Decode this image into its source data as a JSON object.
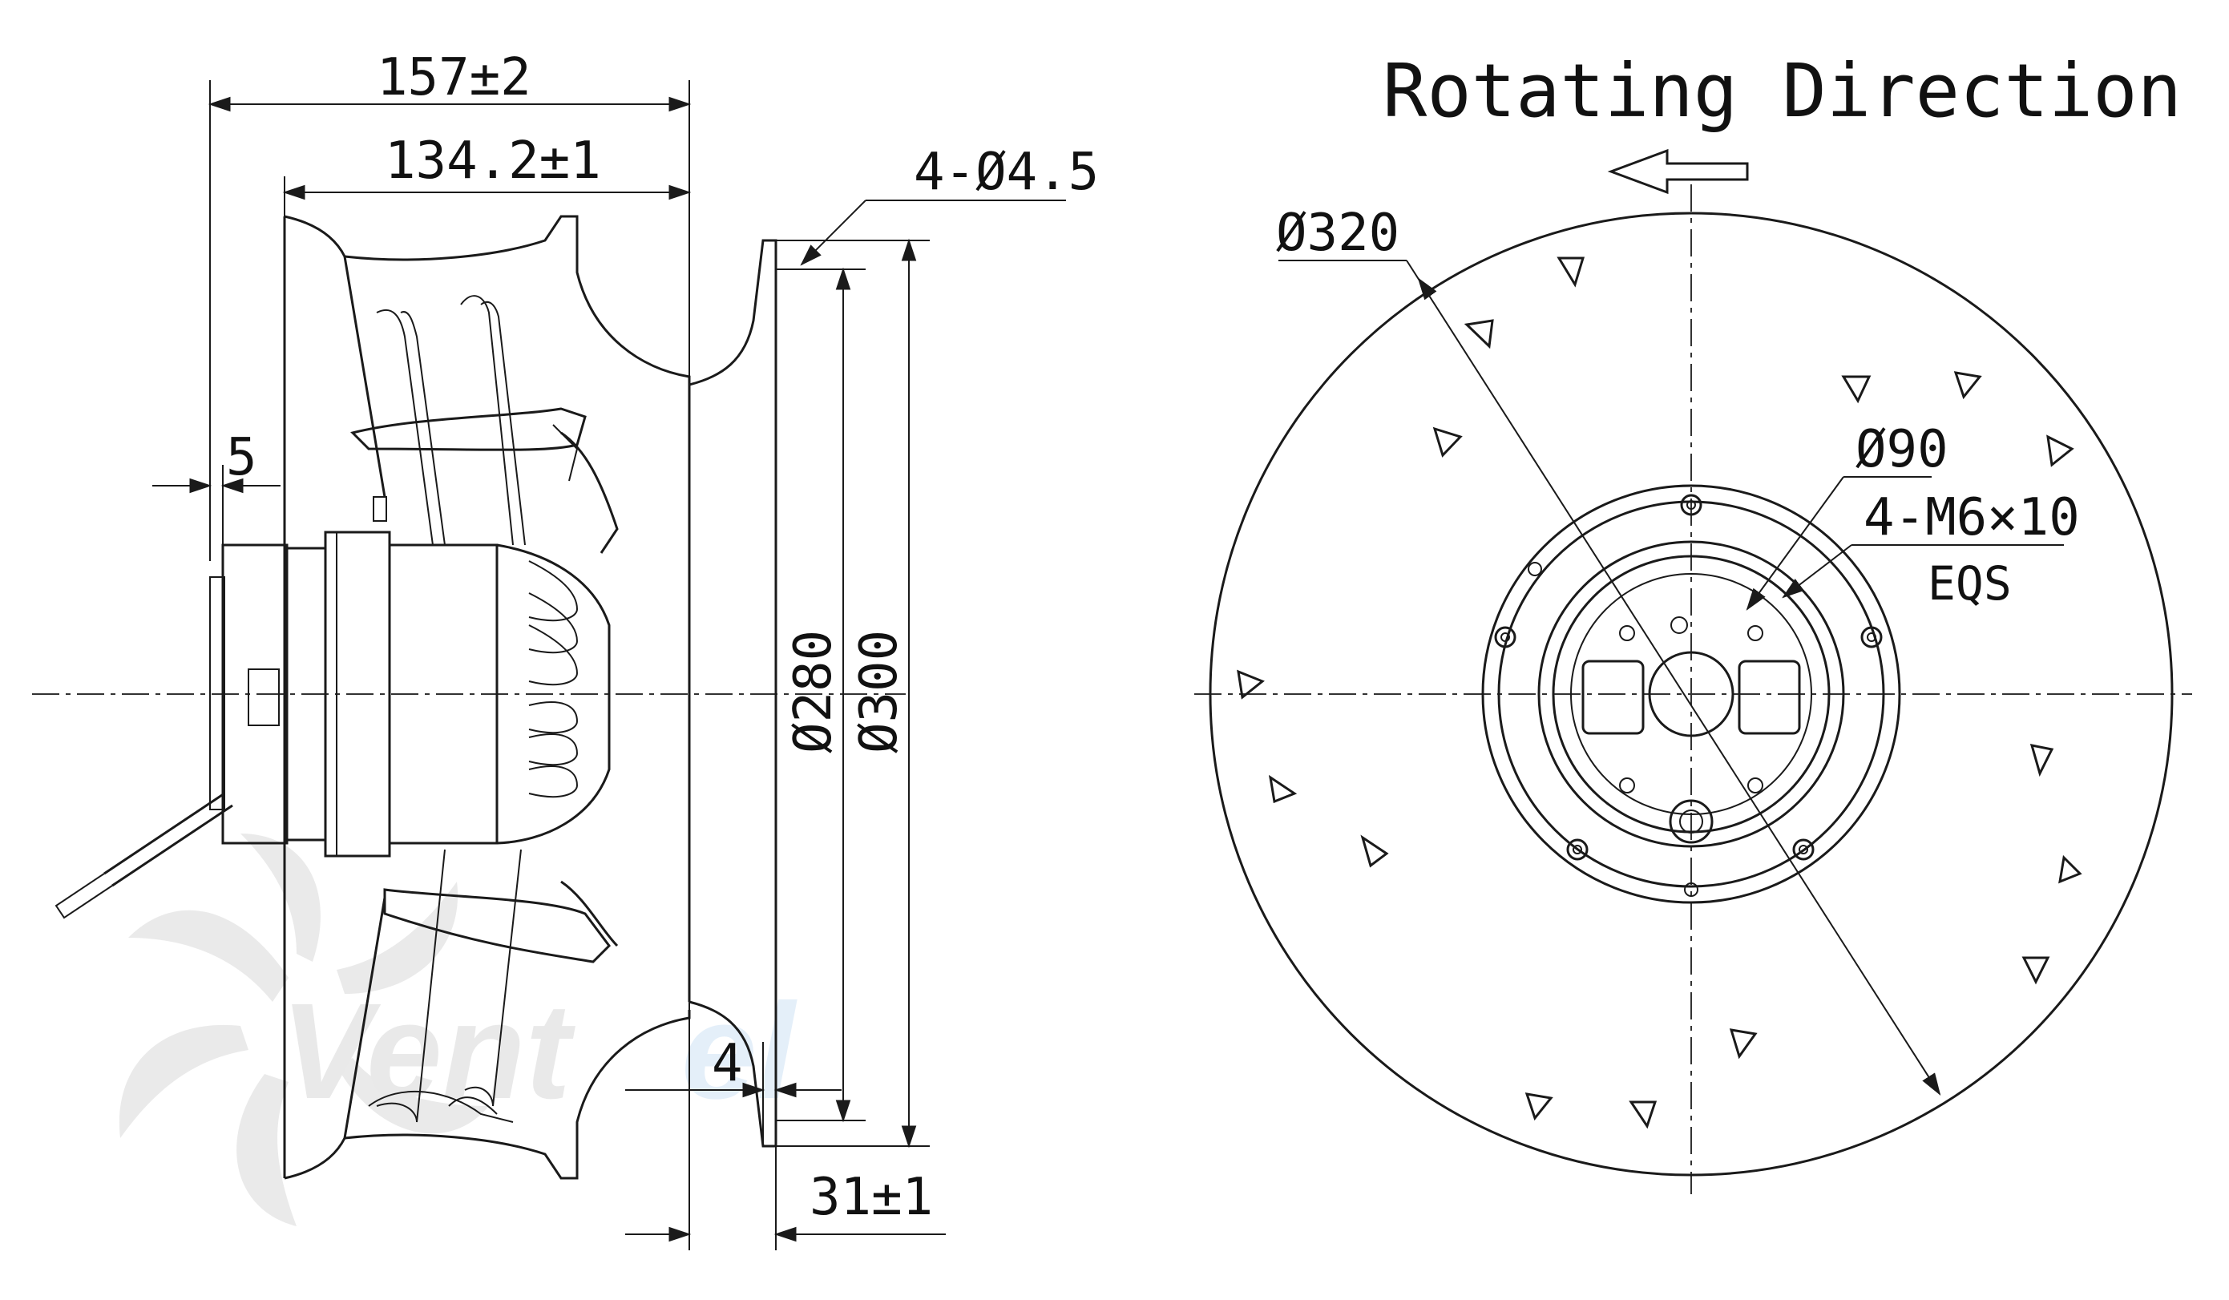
{
  "title": "Rotating Direction",
  "side_view": {
    "dim_overall_width": "157±2",
    "dim_body_width": "134.2±1",
    "dim_mount_holes": "4-Ø4.5",
    "dim_offset": "5",
    "dim_inner_diameter": "Ø280",
    "dim_outer_diameter": "Ø300",
    "dim_flange_gap": "4",
    "dim_flange_depth": "31±1"
  },
  "front_view": {
    "dim_impeller_diameter": "Ø320",
    "dim_hub_diameter": "Ø90",
    "dim_threads": "4-M6×10",
    "dim_threads_note": "EQS"
  },
  "watermark": {
    "brand_main": "Vent",
    "brand_accent": "el",
    "color_main": "#d8d8d8",
    "color_accent": "#cfe3f5"
  }
}
